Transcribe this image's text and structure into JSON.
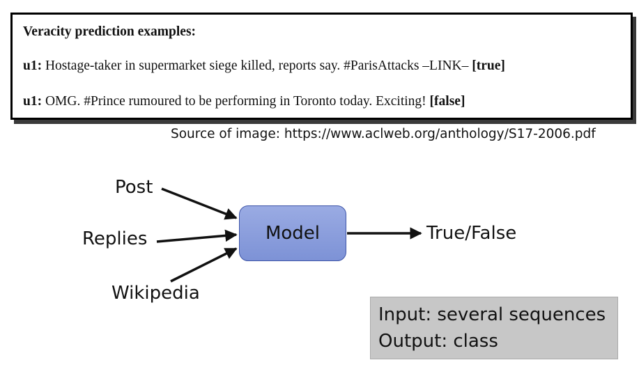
{
  "examples": {
    "title": "Veracity prediction examples:",
    "items": [
      {
        "prefix": "u1:",
        "text": " Hostage-taker in supermarket siege killed, reports say. #ParisAttacks –LINK– ",
        "label": "[true]"
      },
      {
        "prefix": "u1:",
        "text": " OMG. #Prince rumoured to be performing in Toronto today. Exciting! ",
        "label": "[false]"
      }
    ]
  },
  "source": "Source of image: https://www.aclweb.org/anthology/S17-2006.pdf",
  "diagram": {
    "inputs": [
      "Post",
      "Replies",
      "Wikipedia"
    ],
    "model": "Model",
    "output": "True/False",
    "box_fill": "#8a9edc",
    "box_border": "#3e55a8"
  },
  "io": {
    "input_line": "Input: several sequences",
    "output_line": "Output: class"
  }
}
